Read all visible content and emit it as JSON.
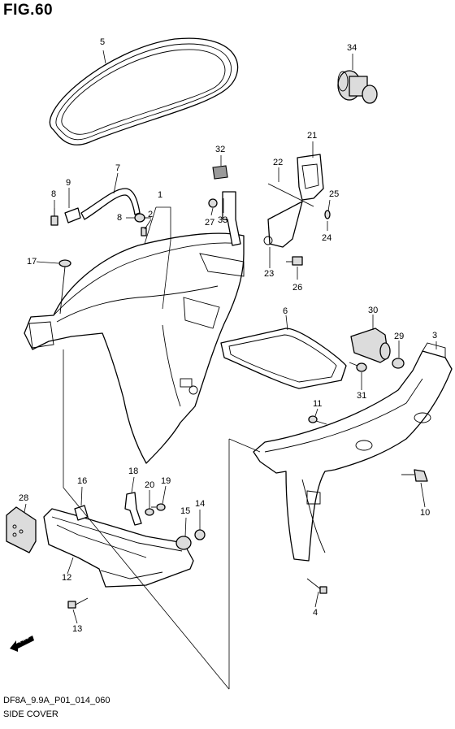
{
  "header": {
    "figure": "FIG.60"
  },
  "footer": {
    "code": "DF8A_9.9A_P01_014_060",
    "caption": "SIDE COVER"
  },
  "badge": {
    "fwd": "FWD"
  },
  "callouts": [
    {
      "id": "c1",
      "label": "1"
    },
    {
      "id": "c2",
      "label": "2"
    },
    {
      "id": "c3",
      "label": "3"
    },
    {
      "id": "c4",
      "label": "4"
    },
    {
      "id": "c5",
      "label": "5"
    },
    {
      "id": "c6",
      "label": "6"
    },
    {
      "id": "c7",
      "label": "7"
    },
    {
      "id": "c8a",
      "label": "8"
    },
    {
      "id": "c8b",
      "label": "8"
    },
    {
      "id": "c9",
      "label": "9"
    },
    {
      "id": "c10",
      "label": "10"
    },
    {
      "id": "c11",
      "label": "11"
    },
    {
      "id": "c12",
      "label": "12"
    },
    {
      "id": "c13",
      "label": "13"
    },
    {
      "id": "c14",
      "label": "14"
    },
    {
      "id": "c15",
      "label": "15"
    },
    {
      "id": "c16",
      "label": "16"
    },
    {
      "id": "c17",
      "label": "17"
    },
    {
      "id": "c18",
      "label": "18"
    },
    {
      "id": "c19",
      "label": "19"
    },
    {
      "id": "c20",
      "label": "20"
    },
    {
      "id": "c21",
      "label": "21"
    },
    {
      "id": "c22",
      "label": "22"
    },
    {
      "id": "c23",
      "label": "23"
    },
    {
      "id": "c24",
      "label": "24"
    },
    {
      "id": "c25",
      "label": "25"
    },
    {
      "id": "c26",
      "label": "26"
    },
    {
      "id": "c27",
      "label": "27"
    },
    {
      "id": "c28",
      "label": "28"
    },
    {
      "id": "c29",
      "label": "29"
    },
    {
      "id": "c30",
      "label": "30"
    },
    {
      "id": "c31",
      "label": "31"
    },
    {
      "id": "c32",
      "label": "32"
    },
    {
      "id": "c33",
      "label": "33"
    },
    {
      "id": "c34",
      "label": "34"
    }
  ]
}
